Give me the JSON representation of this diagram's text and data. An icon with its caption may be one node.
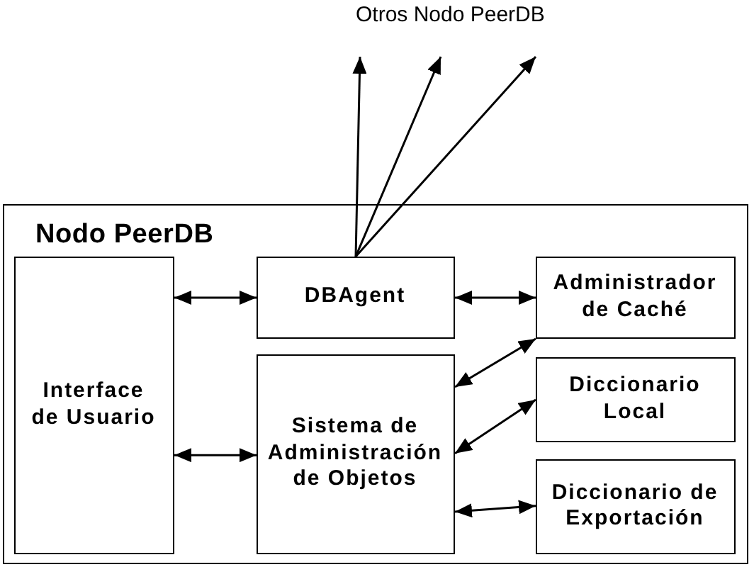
{
  "diagram": {
    "nodes": [
      {
        "text": [
          "Nodo PeerDB"
        ]
      },
      {
        "text": [
          "Interface de Usuario"
        ],
        "in": 0
      },
      {
        "text": [
          "DBAgent"
        ],
        "in": 0
      },
      {
        "text": [
          "Administrador de Caché"
        ],
        "in": 0
      },
      {
        "text": [
          "Sistema de Administración de Objetos"
        ],
        "in": 0
      },
      {
        "text": [
          "Diccionario Local"
        ],
        "in": 0
      },
      {
        "text": [
          "Diccionario de Exportación"
        ],
        "in": 0
      }
    ],
    "edges": [
      {
        "from": 1,
        "to": 2,
        "arrow": "both"
      },
      {
        "from": 2,
        "to": 3,
        "arrow": "both"
      },
      {
        "from": 1,
        "to": 4,
        "arrow": "both"
      },
      {
        "from": 4,
        "to": 3,
        "arrow": "both"
      },
      {
        "from": 4,
        "to": 5,
        "arrow": "both"
      },
      {
        "from": 4,
        "to": 6,
        "arrow": "both"
      },
      {
        "from": 2,
        "to": null,
        "arrow": "to"
      },
      {
        "from": 2,
        "to": null,
        "arrow": "to"
      },
      {
        "from": 2,
        "to": null,
        "arrow": "to"
      }
    ],
    "labels": [
      "Otros Nodo PeerDB"
    ]
  }
}
